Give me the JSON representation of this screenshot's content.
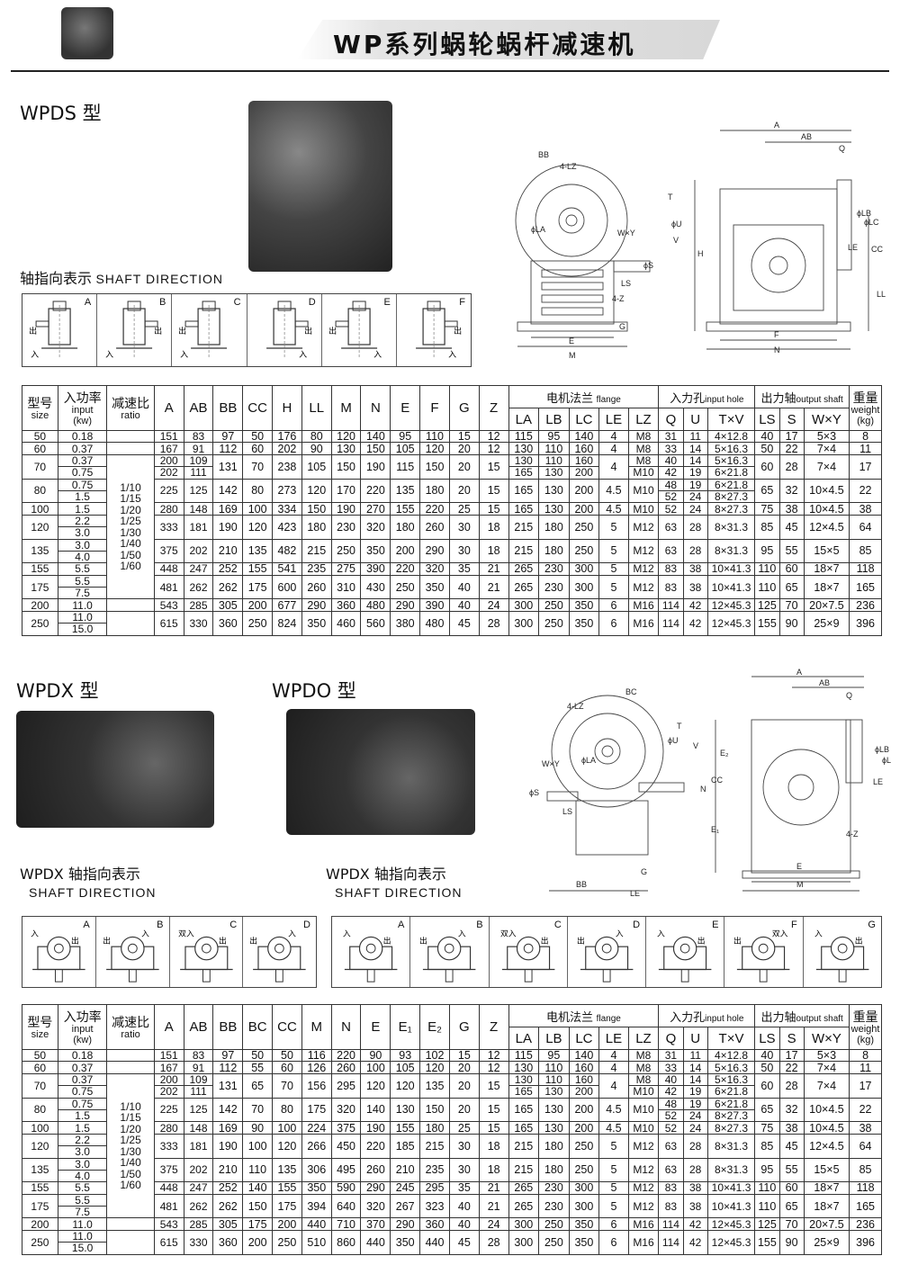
{
  "header": {
    "title": "WP系列蜗轮蜗杆减速机"
  },
  "section1": {
    "model": "WPDS 型",
    "shaft_label_cn": "轴指向表示",
    "shaft_label_en": "SHAFT DIRECTION",
    "shaft_letters": [
      "A",
      "B",
      "C",
      "D",
      "E",
      "F"
    ],
    "shaft_in": "入",
    "shaft_out": "出"
  },
  "section2": {
    "model_x": "WPDX 型",
    "model_o": "WPDO 型",
    "shaft_label_x_cn": "WPDX 轴指向表示",
    "shaft_label_x_en": "SHAFT DIRECTION",
    "shaft_label_o_cn": "WPDX 轴指向表示",
    "shaft_label_o_en": "SHAFT DIRECTION",
    "shaft_letters_x": [
      "A",
      "B",
      "C",
      "D"
    ],
    "shaft_letters_o": [
      "A",
      "B",
      "C",
      "D",
      "E",
      "F",
      "G"
    ],
    "shaft_dual": "双入"
  },
  "drawing_labels_1": {
    "side": [
      "BB",
      "4-LZ",
      "ϕLA",
      "W×Y",
      "T",
      "ϕU",
      "ϕS",
      "LS",
      "4-Z",
      "G",
      "E",
      "M",
      "V"
    ],
    "front": [
      "A",
      "AB",
      "Q",
      "ϕLB",
      "ϕLC",
      "LE",
      "CC",
      "H",
      "LL",
      "F",
      "N"
    ]
  },
  "drawing_labels_2": {
    "side": [
      "BC",
      "4-LZ",
      "W×Y",
      "ϕLA",
      "ϕU",
      "V",
      "T",
      "ϕS",
      "LS",
      "BB",
      "G",
      "LE"
    ],
    "front": [
      "A",
      "AB",
      "Q",
      "ϕLB",
      "ϕLC",
      "LE",
      "E₂",
      "CC",
      "N",
      "E₁",
      "4-Z",
      "E",
      "M"
    ]
  },
  "table1": {
    "headers": {
      "size_cn": "型号",
      "size_en": "size",
      "input_cn": "入功率",
      "input_en1": "input",
      "input_en2": "(kw)",
      "ratio_cn": "减速比",
      "ratio_en": "ratio",
      "cols": [
        "A",
        "AB",
        "BB",
        "CC",
        "H",
        "LL",
        "M",
        "N",
        "E",
        "F",
        "G",
        "Z"
      ],
      "flange_cn": "电机法兰",
      "flange_en": "flange",
      "flange_cols": [
        "LA",
        "LB",
        "LC",
        "LE",
        "LZ"
      ],
      "inhole_cn": "入力孔",
      "inhole_en": "input hole",
      "inhole_cols": [
        "Q",
        "U",
        "T×V"
      ],
      "outshaft_cn": "出力轴",
      "outshaft_en": "output shaft",
      "outshaft_cols": [
        "LS",
        "S",
        "W×Y"
      ],
      "weight_cn": "重量",
      "weight_en1": "weight",
      "weight_en2": "(kg)"
    },
    "ratios": [
      "1/10",
      "1/15",
      "1/20",
      "1/25",
      "1/30",
      "1/40",
      "1/50",
      "1/60"
    ],
    "rows": [
      {
        "size": "50",
        "kw": [
          "0.18"
        ],
        "vals": [
          [
            "151"
          ],
          [
            "83"
          ],
          "97",
          "50",
          "176",
          "80",
          "120",
          "140",
          "95",
          "110",
          "15",
          "12",
          "115",
          "95",
          "140",
          "4",
          [
            "M8"
          ],
          [
            "31"
          ],
          [
            "11"
          ],
          [
            "4×12.8"
          ],
          "40",
          "17",
          "5×3",
          "8"
        ]
      },
      {
        "size": "60",
        "kw": [
          "0.37"
        ],
        "vals": [
          [
            "167"
          ],
          [
            "91"
          ],
          "112",
          "60",
          "202",
          "90",
          "130",
          "150",
          "105",
          "120",
          "20",
          "12",
          "130",
          "110",
          "160",
          "4",
          [
            "M8"
          ],
          [
            "33"
          ],
          [
            "14"
          ],
          [
            "5×16.3"
          ],
          "50",
          "22",
          "7×4",
          "11"
        ]
      },
      {
        "size": "70",
        "kw": [
          "0.37",
          "0.75"
        ],
        "vals": [
          [
            "200",
            "202"
          ],
          [
            "109",
            "111"
          ],
          "131",
          "70",
          "238",
          "105",
          "150",
          "190",
          "115",
          "150",
          "20",
          "15",
          [
            "130",
            "165"
          ],
          [
            "110",
            "130"
          ],
          [
            "160",
            "200"
          ],
          "4",
          [
            "M8",
            "M10"
          ],
          [
            "40",
            "42"
          ],
          [
            "14",
            "19"
          ],
          [
            "5×16.3",
            "6×21.8"
          ],
          "60",
          "28",
          "7×4",
          "17"
        ]
      },
      {
        "size": "80",
        "kw": [
          "0.75",
          "1.5"
        ],
        "vals": [
          [
            "225"
          ],
          [
            "125"
          ],
          "142",
          "80",
          "273",
          "120",
          "170",
          "220",
          "135",
          "180",
          "20",
          "15",
          "165",
          "130",
          "200",
          "4.5",
          [
            "M10"
          ],
          [
            "48",
            "52"
          ],
          [
            "19",
            "24"
          ],
          [
            "6×21.8",
            "8×27.3"
          ],
          "65",
          "32",
          "10×4.5",
          "22"
        ]
      },
      {
        "size": "100",
        "kw": [
          "1.5"
        ],
        "vals": [
          [
            "280"
          ],
          [
            "148"
          ],
          "169",
          "100",
          "334",
          "150",
          "190",
          "270",
          "155",
          "220",
          "25",
          "15",
          "165",
          "130",
          "200",
          "4.5",
          [
            "M10"
          ],
          [
            "52"
          ],
          [
            "24"
          ],
          [
            "8×27.3"
          ],
          "75",
          "38",
          "10×4.5",
          "38"
        ]
      },
      {
        "size": "120",
        "kw": [
          "2.2",
          "3.0"
        ],
        "vals": [
          [
            "333"
          ],
          [
            "181"
          ],
          "190",
          "120",
          "423",
          "180",
          "230",
          "320",
          "180",
          "260",
          "30",
          "18",
          "215",
          "180",
          "250",
          "5",
          [
            "M12"
          ],
          [
            "63"
          ],
          [
            "28"
          ],
          [
            "8×31.3"
          ],
          "85",
          "45",
          "12×4.5",
          "64"
        ]
      },
      {
        "size": "135",
        "kw": [
          "3.0",
          "4.0"
        ],
        "vals": [
          [
            "375"
          ],
          [
            "202"
          ],
          "210",
          "135",
          "482",
          "215",
          "250",
          "350",
          "200",
          "290",
          "30",
          "18",
          "215",
          "180",
          "250",
          "5",
          [
            "M12"
          ],
          [
            "63"
          ],
          [
            "28"
          ],
          [
            "8×31.3"
          ],
          "95",
          "55",
          "15×5",
          "85"
        ]
      },
      {
        "size": "155",
        "kw": [
          "5.5"
        ],
        "vals": [
          [
            "448"
          ],
          [
            "247"
          ],
          "252",
          "155",
          "541",
          "235",
          "275",
          "390",
          "220",
          "320",
          "35",
          "21",
          "265",
          "230",
          "300",
          "5",
          [
            "M12"
          ],
          [
            "83"
          ],
          [
            "38"
          ],
          [
            "10×41.3"
          ],
          "110",
          "60",
          "18×7",
          "118"
        ]
      },
      {
        "size": "175",
        "kw": [
          "5.5",
          "7.5"
        ],
        "vals": [
          [
            "481"
          ],
          [
            "262"
          ],
          "262",
          "175",
          "600",
          "260",
          "310",
          "430",
          "250",
          "350",
          "40",
          "21",
          "265",
          "230",
          "300",
          "5",
          [
            "M12"
          ],
          [
            "83"
          ],
          [
            "38"
          ],
          [
            "10×41.3"
          ],
          "110",
          "65",
          "18×7",
          "165"
        ]
      },
      {
        "size": "200",
        "kw": [
          "11.0"
        ],
        "vals": [
          [
            "543"
          ],
          [
            "285"
          ],
          "305",
          "200",
          "677",
          "290",
          "360",
          "480",
          "290",
          "390",
          "40",
          "24",
          "300",
          "250",
          "350",
          "6",
          [
            "M16"
          ],
          [
            "114"
          ],
          [
            "42"
          ],
          [
            "12×45.3"
          ],
          "125",
          "70",
          "20×7.5",
          "236"
        ]
      },
      {
        "size": "250",
        "kw": [
          "11.0",
          "15.0"
        ],
        "vals": [
          [
            "615"
          ],
          [
            "330"
          ],
          "360",
          "250",
          "824",
          "350",
          "460",
          "560",
          "380",
          "480",
          "45",
          "28",
          "300",
          "250",
          "350",
          "6",
          [
            "M16"
          ],
          [
            "114"
          ],
          [
            "42"
          ],
          [
            "12×45.3"
          ],
          "155",
          "90",
          "25×9",
          "396"
        ]
      }
    ]
  },
  "table2": {
    "headers": {
      "cols": [
        "A",
        "AB",
        "BB",
        "BC",
        "CC",
        "M",
        "N",
        "E",
        "E₁",
        "E₂",
        "G",
        "Z"
      ]
    },
    "rows": [
      {
        "size": "50",
        "kw": [
          "0.18"
        ],
        "vals": [
          [
            "151"
          ],
          [
            "83"
          ],
          "97",
          "50",
          "50",
          "116",
          "220",
          "90",
          "93",
          "102",
          "15",
          "12",
          "115",
          "95",
          "140",
          "4",
          [
            "M8"
          ],
          [
            "31"
          ],
          [
            "11"
          ],
          [
            "4×12.8"
          ],
          "40",
          "17",
          "5×3",
          "8"
        ]
      },
      {
        "size": "60",
        "kw": [
          "0.37"
        ],
        "vals": [
          [
            "167"
          ],
          [
            "91"
          ],
          "112",
          "55",
          "60",
          "126",
          "260",
          "100",
          "105",
          "120",
          "20",
          "12",
          "130",
          "110",
          "160",
          "4",
          [
            "M8"
          ],
          [
            "33"
          ],
          [
            "14"
          ],
          [
            "5×16.3"
          ],
          "50",
          "22",
          "7×4",
          "11"
        ]
      },
      {
        "size": "70",
        "kw": [
          "0.37",
          "0.75"
        ],
        "vals": [
          [
            "200",
            "202"
          ],
          [
            "109",
            "111"
          ],
          "131",
          "65",
          "70",
          "156",
          "295",
          "120",
          "120",
          "135",
          "20",
          "15",
          [
            "130",
            "165"
          ],
          [
            "110",
            "130"
          ],
          [
            "160",
            "200"
          ],
          "4",
          [
            "M8",
            "M10"
          ],
          [
            "40",
            "42"
          ],
          [
            "14",
            "19"
          ],
          [
            "5×16.3",
            "6×21.8"
          ],
          "60",
          "28",
          "7×4",
          "17"
        ]
      },
      {
        "size": "80",
        "kw": [
          "0.75",
          "1.5"
        ],
        "vals": [
          [
            "225"
          ],
          [
            "125"
          ],
          "142",
          "70",
          "80",
          "175",
          "320",
          "140",
          "130",
          "150",
          "20",
          "15",
          "165",
          "130",
          "200",
          "4.5",
          [
            "M10"
          ],
          [
            "48",
            "52"
          ],
          [
            "19",
            "24"
          ],
          [
            "6×21.8",
            "8×27.3"
          ],
          "65",
          "32",
          "10×4.5",
          "22"
        ]
      },
      {
        "size": "100",
        "kw": [
          "1.5"
        ],
        "vals": [
          [
            "280"
          ],
          [
            "148"
          ],
          "169",
          "90",
          "100",
          "224",
          "375",
          "190",
          "155",
          "180",
          "25",
          "15",
          "165",
          "130",
          "200",
          "4.5",
          [
            "M10"
          ],
          [
            "52"
          ],
          [
            "24"
          ],
          [
            "8×27.3"
          ],
          "75",
          "38",
          "10×4.5",
          "38"
        ]
      },
      {
        "size": "120",
        "kw": [
          "2.2",
          "3.0"
        ],
        "vals": [
          [
            "333"
          ],
          [
            "181"
          ],
          "190",
          "100",
          "120",
          "266",
          "450",
          "220",
          "185",
          "215",
          "30",
          "18",
          "215",
          "180",
          "250",
          "5",
          [
            "M12"
          ],
          [
            "63"
          ],
          [
            "28"
          ],
          [
            "8×31.3"
          ],
          "85",
          "45",
          "12×4.5",
          "64"
        ]
      },
      {
        "size": "135",
        "kw": [
          "3.0",
          "4.0"
        ],
        "vals": [
          [
            "375"
          ],
          [
            "202"
          ],
          "210",
          "110",
          "135",
          "306",
          "495",
          "260",
          "210",
          "235",
          "30",
          "18",
          "215",
          "180",
          "250",
          "5",
          [
            "M12"
          ],
          [
            "63"
          ],
          [
            "28"
          ],
          [
            "8×31.3"
          ],
          "95",
          "55",
          "15×5",
          "85"
        ]
      },
      {
        "size": "155",
        "kw": [
          "5.5"
        ],
        "vals": [
          [
            "448"
          ],
          [
            "247"
          ],
          "252",
          "140",
          "155",
          "350",
          "590",
          "290",
          "245",
          "295",
          "35",
          "21",
          "265",
          "230",
          "300",
          "5",
          [
            "M12"
          ],
          [
            "83"
          ],
          [
            "38"
          ],
          [
            "10×41.3"
          ],
          "110",
          "60",
          "18×7",
          "118"
        ]
      },
      {
        "size": "175",
        "kw": [
          "5.5",
          "7.5"
        ],
        "vals": [
          [
            "481"
          ],
          [
            "262"
          ],
          "262",
          "150",
          "175",
          "394",
          "640",
          "320",
          "267",
          "323",
          "40",
          "21",
          "265",
          "230",
          "300",
          "5",
          [
            "M12"
          ],
          [
            "83"
          ],
          [
            "38"
          ],
          [
            "10×41.3"
          ],
          "110",
          "65",
          "18×7",
          "165"
        ]
      },
      {
        "size": "200",
        "kw": [
          "11.0"
        ],
        "vals": [
          [
            "543"
          ],
          [
            "285"
          ],
          "305",
          "175",
          "200",
          "440",
          "710",
          "370",
          "290",
          "360",
          "40",
          "24",
          "300",
          "250",
          "350",
          "6",
          [
            "M16"
          ],
          [
            "114"
          ],
          [
            "42"
          ],
          [
            "12×45.3"
          ],
          "125",
          "70",
          "20×7.5",
          "236"
        ]
      },
      {
        "size": "250",
        "kw": [
          "11.0",
          "15.0"
        ],
        "vals": [
          [
            "615"
          ],
          [
            "330"
          ],
          "360",
          "200",
          "250",
          "510",
          "860",
          "440",
          "350",
          "440",
          "45",
          "28",
          "300",
          "250",
          "350",
          "6",
          [
            "M16"
          ],
          [
            "114"
          ],
          [
            "42"
          ],
          [
            "12×45.3"
          ],
          "155",
          "90",
          "25×9",
          "396"
        ]
      }
    ]
  }
}
